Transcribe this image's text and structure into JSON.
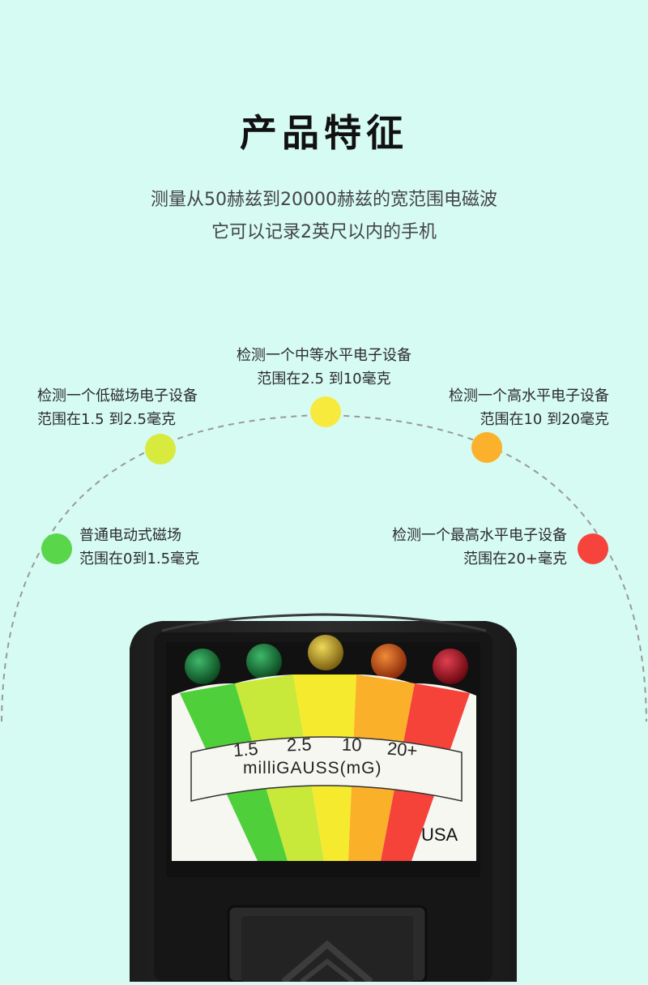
{
  "header": {
    "title": "产品特征",
    "subtitle_line1": "测量从50赫兹到20000赫兹的宽范围电磁波",
    "subtitle_line2": "它可以记录2英尺以内的手机"
  },
  "levels": [
    {
      "line1": "普通电动式磁场",
      "line2": "范围在0到1.5毫克",
      "color": "#5ad64a"
    },
    {
      "line1": "检测一个低磁场电子设备",
      "line2": "范围在1.5 到2.5毫克",
      "color": "#d8ea3e"
    },
    {
      "line1": "检测一个中等水平电子设备",
      "line2": "范围在2.5 到10毫克",
      "color": "#f7ea3c"
    },
    {
      "line1": "检测一个高水平电子设备",
      "line2": "范围在10 到20毫克",
      "color": "#fbb12b"
    },
    {
      "line1": "检测一个最高水平电子设备",
      "line2": "范围在20+毫克",
      "color": "#f6443c"
    }
  ],
  "meter": {
    "scale_values": [
      "1.5",
      "2.5",
      "10",
      "20+"
    ],
    "unit_label": "milliGAUSS(mG)",
    "country": "USA"
  }
}
